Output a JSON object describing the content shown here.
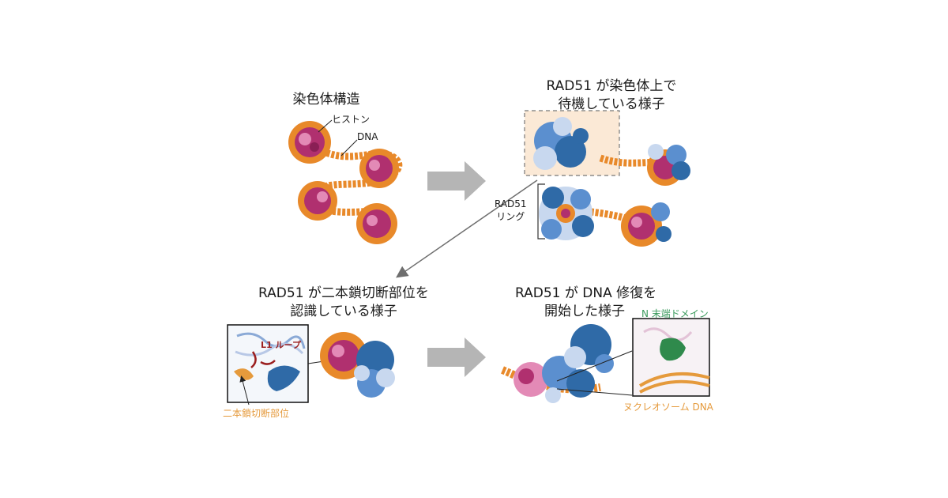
{
  "panels": {
    "top_left": {
      "title": "染色体構造",
      "labels": {
        "histone": "ヒストン",
        "dna": "DNA"
      }
    },
    "top_right": {
      "title_line1": "RAD51 が染色体上で",
      "title_line2": "待機している様子",
      "labels": {
        "ring_line1": "RAD51",
        "ring_line2": "リング"
      }
    },
    "bottom_left": {
      "title_line1": "RAD51 が二本鎖切断部位を",
      "title_line2": "認識している様子",
      "labels": {
        "l1_loop": "L1 ループ",
        "dsb_site": "二本鎖切断部位"
      }
    },
    "bottom_right": {
      "title_line1": "RAD51 が DNA 修復を",
      "title_line2": "開始した様子",
      "labels": {
        "n_terminal_domain": "N 末端ドメイン",
        "nucleosome_dna": "ヌクレオソーム DNA"
      }
    }
  },
  "colors": {
    "dna": "#e8892a",
    "histone": "#b0306f",
    "histone_light": "#e38ab6",
    "rad51_dark": "#2f6aa7",
    "rad51_mid": "#5b8fcf",
    "rad51_light": "#c8d8ef",
    "arrow": "#b5b5b5",
    "highlight_box": "#fbe9d6",
    "label_green": "#3a9a5c",
    "label_orange": "#e59a3c",
    "loop_red": "#9b1f1f"
  }
}
